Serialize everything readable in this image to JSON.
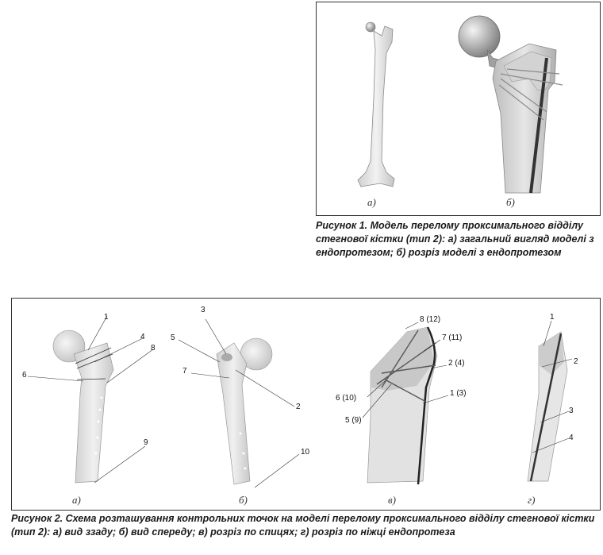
{
  "figure1": {
    "caption": "Рисунок 1. Модель перелому проксимального відділу стегнової кістки (тип 2): а) загальний вигляд моделі з ендопротезом; б) розріз моделі з ендопротезом",
    "panels": [
      {
        "label": "а)"
      },
      {
        "label": "б)"
      }
    ]
  },
  "figure2": {
    "caption": "Рисунок 2. Схема розташування контрольних точок на моделі перелому проксимального відділу стегнової кістки (тип 2): а) вид ззаду; б) вид спереду; в) розріз по спицях; г) розріз по ніжці ендопротеза",
    "panels": [
      {
        "label": "а)",
        "callouts": [
          "1",
          "4",
          "8",
          "6",
          "9"
        ]
      },
      {
        "label": "б)",
        "callouts": [
          "3",
          "5",
          "7",
          "2",
          "10"
        ]
      },
      {
        "label": "в)",
        "callouts": [
          "8 (12)",
          "7 (11)",
          "2 (4)",
          "6 (10)",
          "1 (3)",
          "5 (9)"
        ]
      },
      {
        "label": "г)",
        "callouts": [
          "1",
          "2",
          "3",
          "4"
        ]
      }
    ]
  }
}
